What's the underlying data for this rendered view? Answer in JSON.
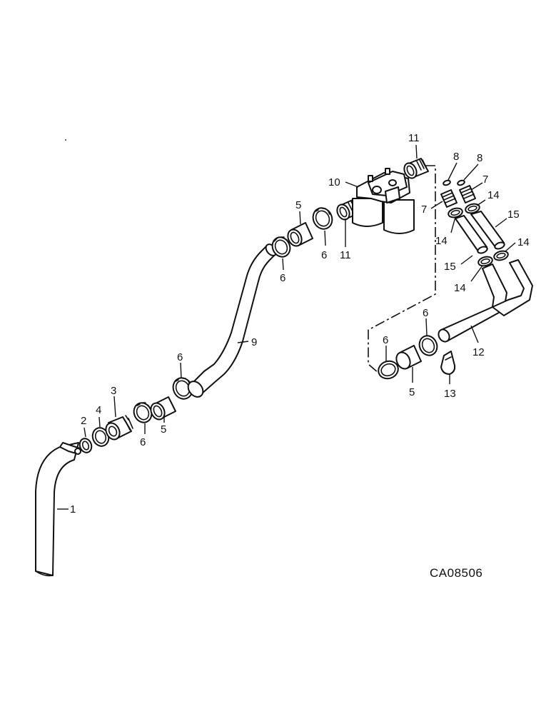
{
  "diagram": {
    "drawing_code": "CA08506",
    "callouts": {
      "c1": "1",
      "c2": "2",
      "c3": "3",
      "c4": "4",
      "c5": "5",
      "c6": "6",
      "c7": "7",
      "c8": "8",
      "c9": "9",
      "c10": "10",
      "c11": "11",
      "c12": "12",
      "c13": "13",
      "c14": "14",
      "c15": "15"
    }
  }
}
